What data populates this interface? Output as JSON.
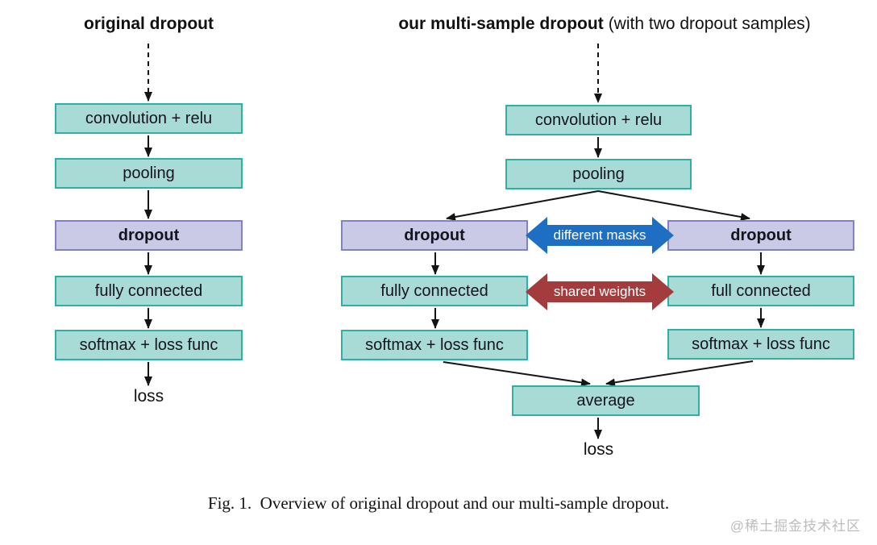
{
  "figure": {
    "left_panel": {
      "title": "original dropout",
      "nodes": {
        "conv": "convolution + relu",
        "pooling": "pooling",
        "dropout": "dropout",
        "fc": "fully connected",
        "softmax": "softmax + loss func"
      },
      "output": "loss"
    },
    "right_panel": {
      "title_bold": "our multi-sample dropout",
      "title_rest": "(with two dropout samples)",
      "nodes": {
        "conv": "convolution + relu",
        "pooling": "pooling",
        "dropout_left": "dropout",
        "dropout_right": "dropout",
        "fc_left": "fully connected",
        "fc_right": "full connected",
        "softmax_left": "softmax + loss func",
        "softmax_right": "softmax + loss func",
        "average": "average"
      },
      "relations": {
        "different_masks": "different masks",
        "shared_weights": "shared weights"
      },
      "output": "loss"
    },
    "caption": "Fig. 1. Overview of original dropout and our multi-sample dropout.",
    "watermark": "@稀土掘金技术社区",
    "colors": {
      "node_fill": "#a9dbd6",
      "node_border": "#2fb0a4",
      "dropout_fill": "#cac9e6",
      "dropout_border": "#8182c4",
      "masks_arrow": "#1e6fc4",
      "weights_arrow": "#a43b3c",
      "line": "#141414"
    }
  }
}
